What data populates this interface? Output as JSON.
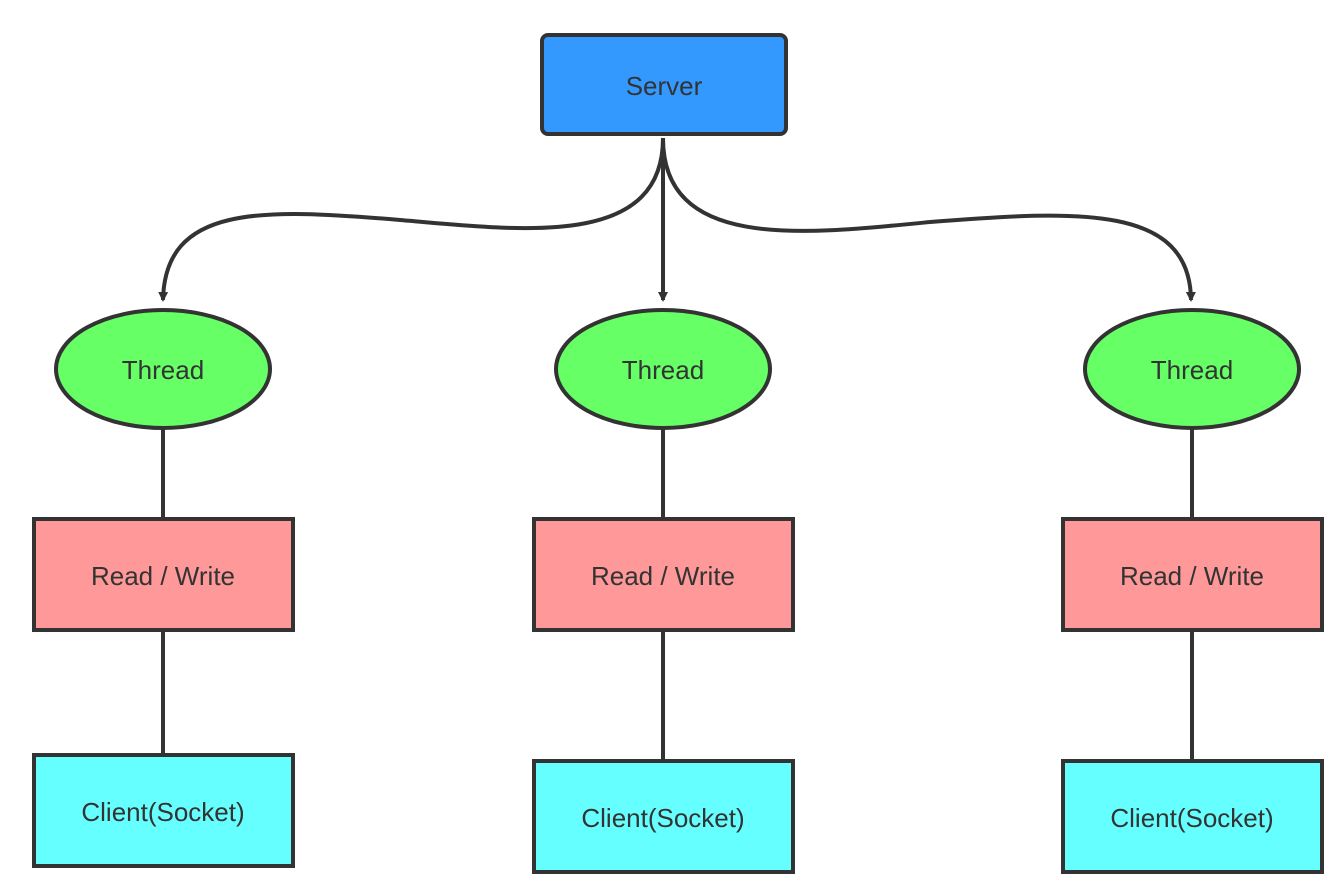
{
  "colors": {
    "server": "#3399FF",
    "thread": "#66FF66",
    "read_write": "#FF9999",
    "client": "#66FFFF",
    "stroke": "#333333",
    "text": "#333333"
  },
  "server": {
    "label": "Server"
  },
  "branches": [
    {
      "thread_label": "Thread",
      "read_write_label": "Read / Write",
      "client_label": "Client(Socket)"
    },
    {
      "thread_label": "Thread",
      "read_write_label": "Read / Write",
      "client_label": "Client(Socket)"
    },
    {
      "thread_label": "Thread",
      "read_write_label": "Read / Write",
      "client_label": "Client(Socket)"
    }
  ]
}
